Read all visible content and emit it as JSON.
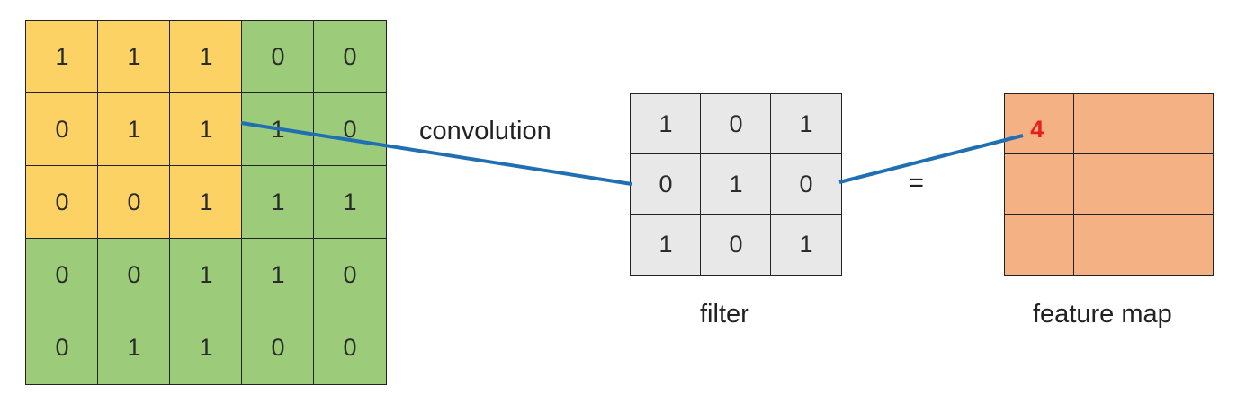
{
  "input_matrix": {
    "values": [
      [
        "1",
        "1",
        "1",
        "0",
        "0"
      ],
      [
        "0",
        "1",
        "1",
        "1",
        "0"
      ],
      [
        "0",
        "0",
        "1",
        "1",
        "1"
      ],
      [
        "0",
        "0",
        "1",
        "1",
        "0"
      ],
      [
        "0",
        "1",
        "1",
        "0",
        "0"
      ]
    ],
    "highlight_color": "#fcd265",
    "base_color": "#9ccc7a"
  },
  "filter_matrix": {
    "values": [
      [
        "1",
        "0",
        "1"
      ],
      [
        "0",
        "1",
        "0"
      ],
      [
        "1",
        "0",
        "1"
      ]
    ],
    "color": "#e8e8e8",
    "label": "filter"
  },
  "feature_map": {
    "values": [
      [
        "4",
        "",
        ""
      ],
      [
        "",
        "",
        ""
      ],
      [
        "",
        "",
        ""
      ]
    ],
    "color": "#f4b183",
    "value_color": "#e8201a",
    "label": "feature map"
  },
  "operation_label": "convolution",
  "equals_sign": "=",
  "line_color": "#1f6fb2"
}
